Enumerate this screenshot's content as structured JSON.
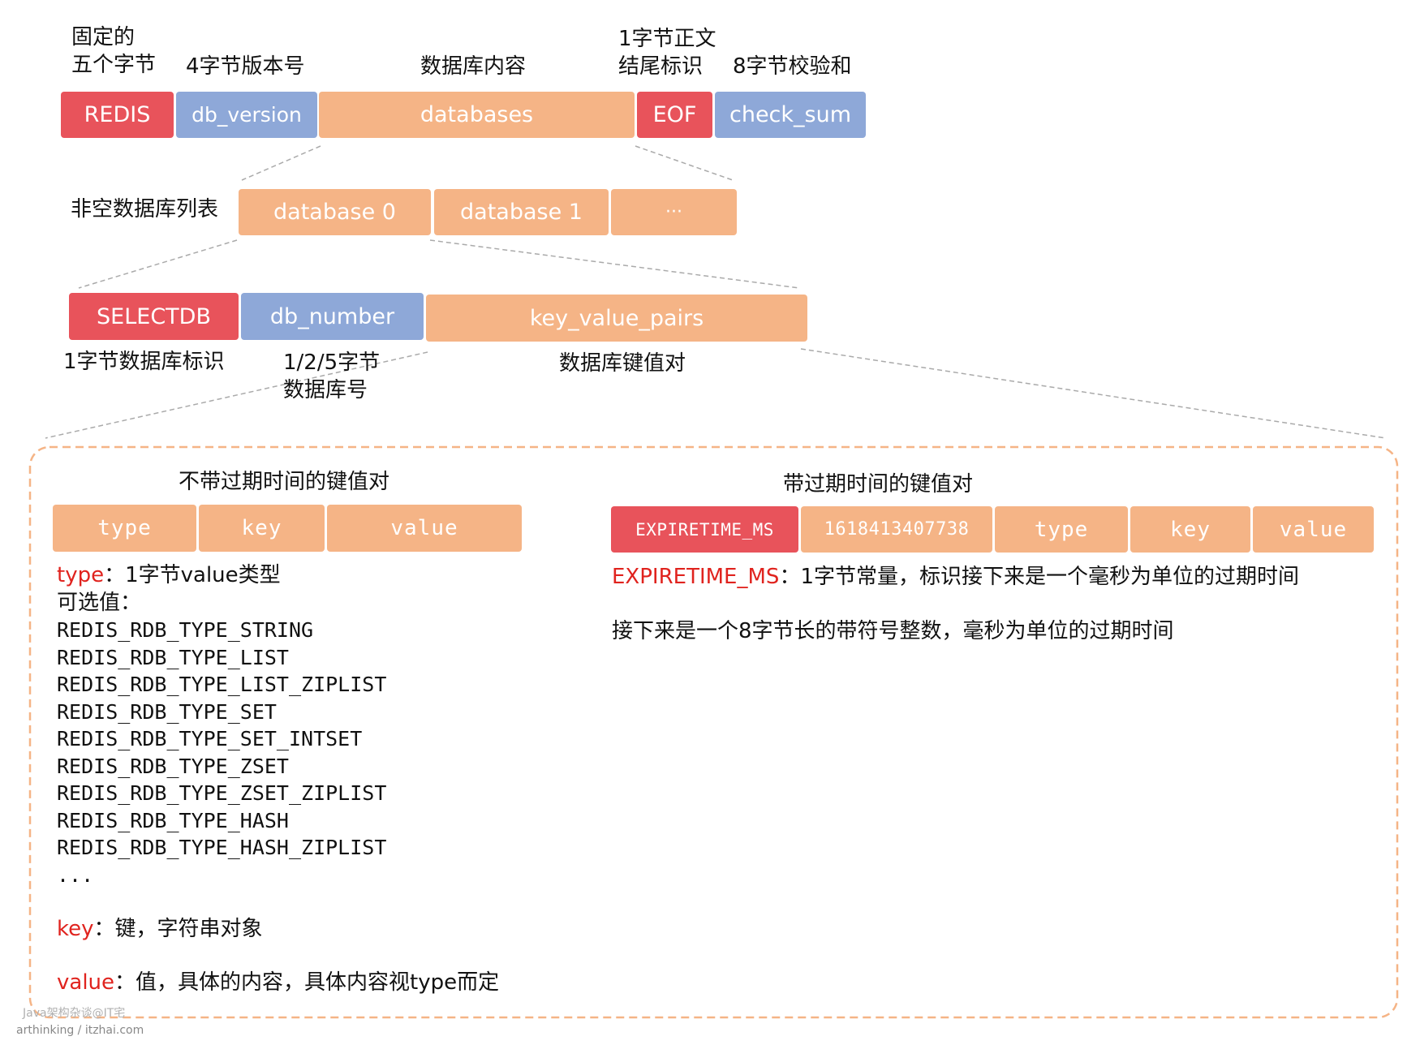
{
  "top_row": {
    "labels": {
      "magic": [
        "固定的",
        "五个字节"
      ],
      "version": "4字节版本号",
      "databases": "数据库内容",
      "eof": [
        "1字节正文",
        "结尾标识"
      ],
      "checksum": "8字节校验和"
    },
    "boxes": {
      "redis": "REDIS",
      "db_version": "db_version",
      "databases": "databases",
      "eof": "EOF",
      "check_sum": "check_sum"
    }
  },
  "db_list": {
    "label": "非空数据库列表",
    "boxes": [
      "database 0",
      "database 1",
      "···"
    ]
  },
  "db_detail": {
    "boxes": {
      "selectdb": "SELECTDB",
      "db_number": "db_number",
      "key_value_pairs": "key_value_pairs"
    },
    "labels": {
      "selectdb": "1字节数据库标识",
      "db_number": [
        "1/2/5字节",
        "数据库号"
      ],
      "key_value_pairs": "数据库键值对"
    }
  },
  "kv_panel": {
    "left": {
      "title": "不带过期时间的键值对",
      "boxes": [
        "type",
        "key",
        "value"
      ],
      "type_term": "type",
      "type_desc": "：1字节value类型",
      "options_label": "可选值：",
      "options": [
        "REDIS_RDB_TYPE_STRING",
        "REDIS_RDB_TYPE_LIST",
        "REDIS_RDB_TYPE_LIST_ZIPLIST",
        "REDIS_RDB_TYPE_SET",
        "REDIS_RDB_TYPE_SET_INTSET",
        "REDIS_RDB_TYPE_ZSET",
        "REDIS_RDB_TYPE_ZSET_ZIPLIST",
        "REDIS_RDB_TYPE_HASH",
        "REDIS_RDB_TYPE_HASH_ZIPLIST",
        "..."
      ],
      "key_term": "key",
      "key_desc": "：键，字符串对象",
      "value_term": "value",
      "value_desc": "：值，具体的内容，具体内容视type而定"
    },
    "right": {
      "title": "带过期时间的键值对",
      "boxes": [
        "EXPIRETIME_MS",
        "1618413407738",
        "type",
        "key",
        "value"
      ],
      "expire_term": "EXPIRETIME_MS",
      "expire_desc": "：1字节常量，标识接下来是一个毫秒为单位的过期时间",
      "ms_desc": "接下来是一个8字节长的带符号整数，毫秒为单位的过期时间"
    }
  },
  "watermark": {
    "line1": "Java架构杂谈@IT宅",
    "line2": "arthinking / itzhai.com"
  },
  "colors": {
    "red": "#e8535b",
    "blue": "#8ea8d8",
    "orange": "#f5b486",
    "highlight": "#e0231e",
    "dashed": "#aaaaaa",
    "panel_border": "#f5b486"
  }
}
